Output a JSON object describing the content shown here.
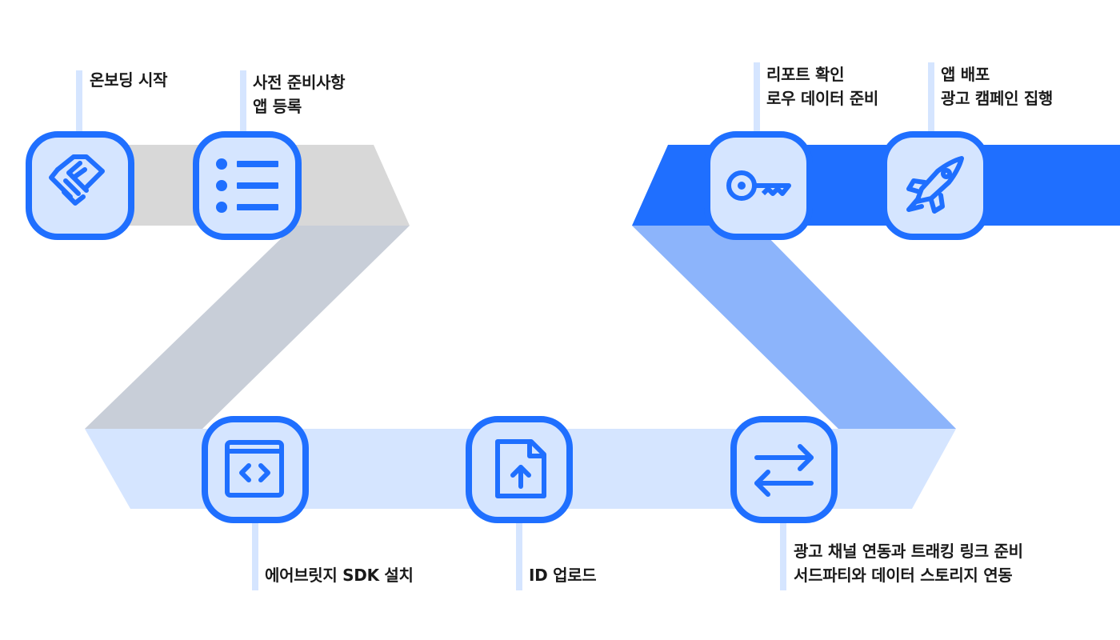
{
  "steps": [
    {
      "id": "onboarding",
      "icon": "handshake-icon",
      "lines": [
        "온보딩 시작"
      ]
    },
    {
      "id": "preparation",
      "icon": "list-icon",
      "lines": [
        "사전 준비사항",
        "앱 등록"
      ]
    },
    {
      "id": "sdk",
      "icon": "code-window-icon",
      "lines": [
        "에어브릿지 SDK 설치"
      ]
    },
    {
      "id": "id-upload",
      "icon": "file-upload-icon",
      "lines": [
        "ID 업로드"
      ]
    },
    {
      "id": "integration",
      "icon": "swap-arrows-icon",
      "lines": [
        "광고 채널 연동과 트래킹 링크 준비",
        "서드파티와 데이터 스토리지 연동"
      ]
    },
    {
      "id": "report",
      "icon": "key-icon",
      "lines": [
        "리포트 확인",
        "로우 데이터 준비"
      ]
    },
    {
      "id": "launch",
      "icon": "rocket-icon",
      "lines": [
        "앱 배포",
        "광고 캠페인 집행"
      ]
    }
  ],
  "colors": {
    "accent": "#1f6fff",
    "icon_fill": "#d5e5ff",
    "band_gray": "#d8d8d8",
    "diagonal_gray": "#c8ced8",
    "band_light_blue": "#d5e5ff",
    "diagonal_blue": "#8cb4fb",
    "band_blue": "#1f6fff",
    "connector": "#d5e5ff"
  }
}
